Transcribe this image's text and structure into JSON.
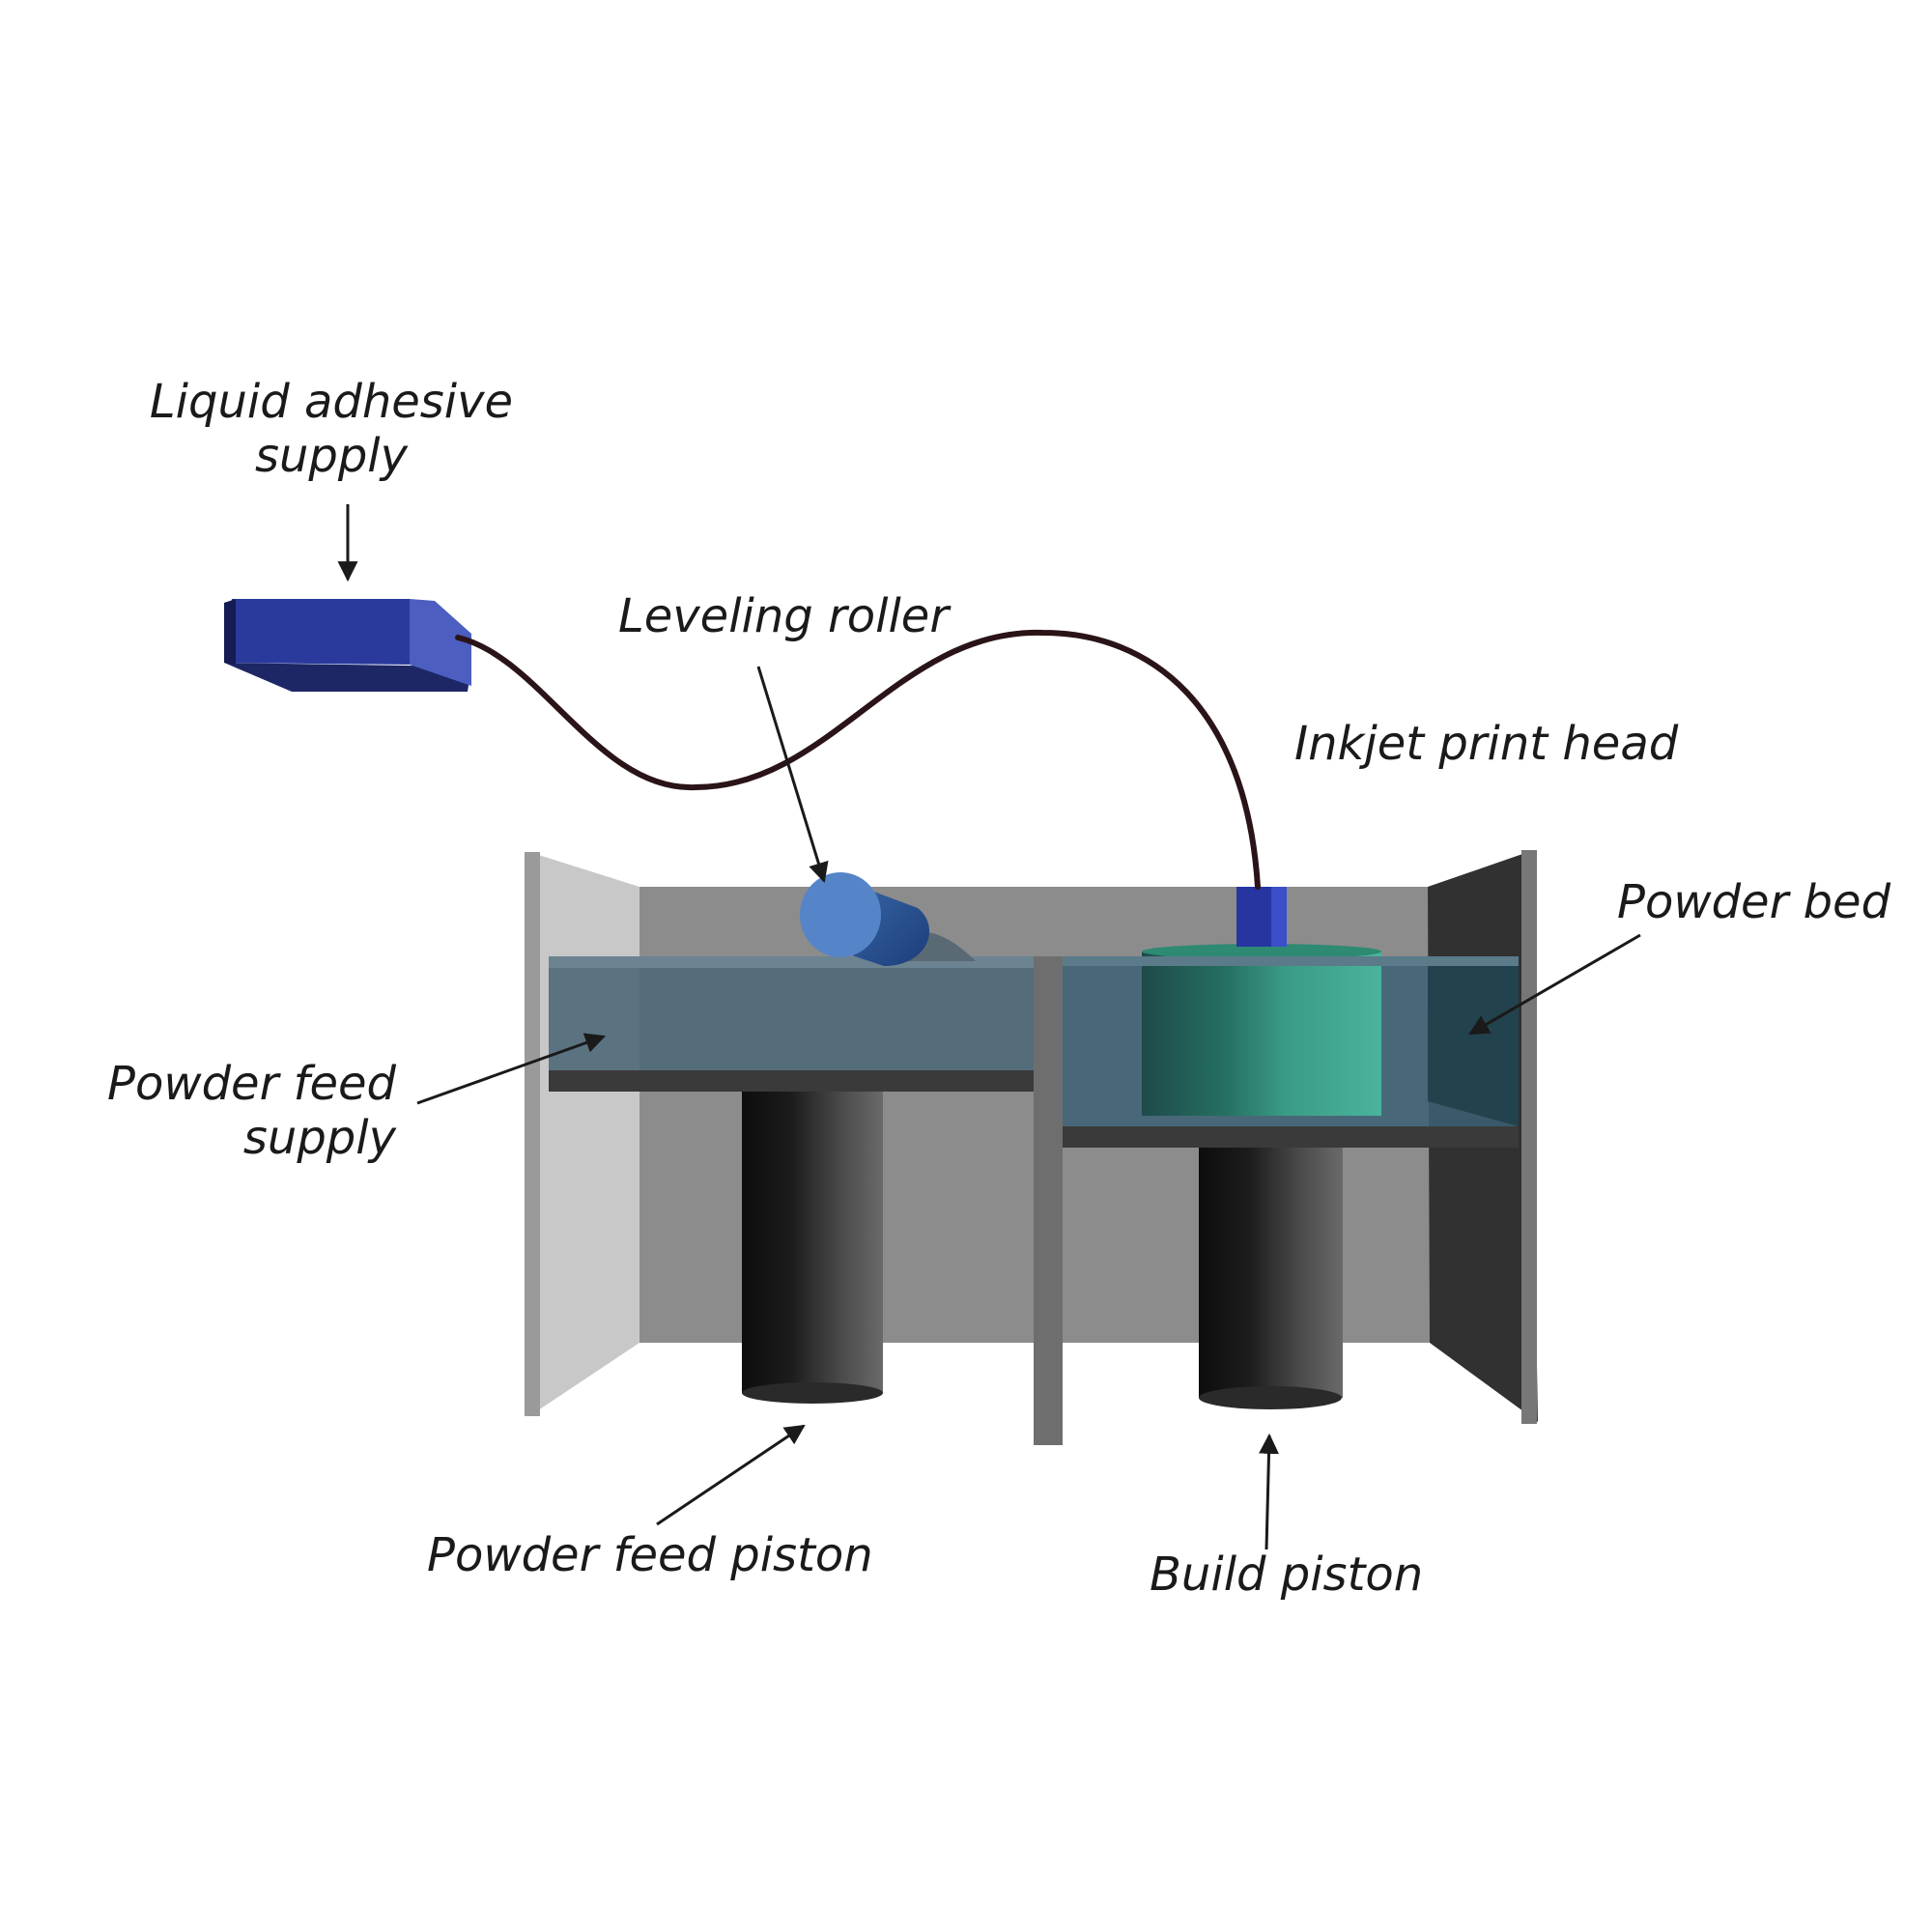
{
  "labels": {
    "liquid_adhesive_supply_line1": "Liquid adhesive",
    "liquid_adhesive_supply_line2": "supply",
    "leveling_roller": "Leveling roller",
    "inkjet_print_head": "Inkjet print head",
    "powder_bed": "Powder bed",
    "powder_feed_supply_line1": "Powder feed",
    "powder_feed_supply_line2": "supply",
    "powder_feed_piston": "Powder feed piston",
    "build_piston": "Build piston"
  },
  "colors": {
    "adhesive_box": "#2a3a9c",
    "cable": "#2a1418",
    "roller": "#5585c8",
    "print_head": "#2635a0",
    "build_part": "#3aa58e",
    "powder_glass": "#3a5f73",
    "back_wall": "#8c8c8c",
    "left_wall": "#c9c9c9",
    "right_wall": "#333333",
    "piston": "#1e1e1e",
    "arrow": "#1a1a1a"
  }
}
